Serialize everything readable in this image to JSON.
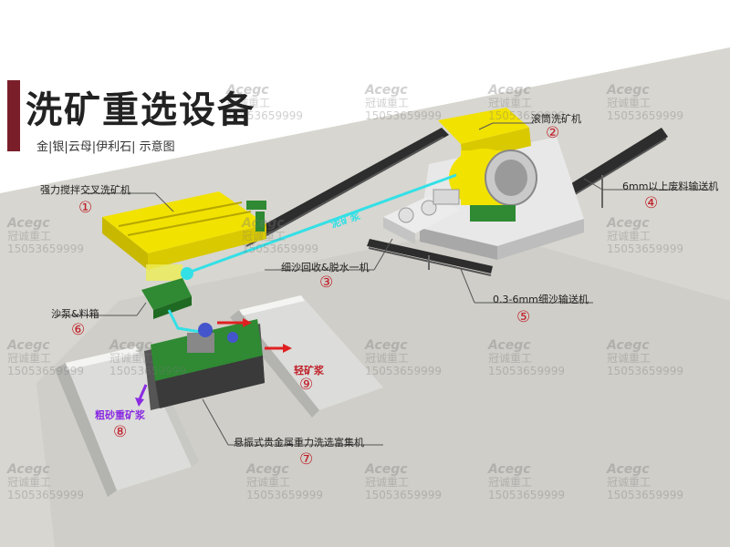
{
  "title": "洗矿重选设备",
  "subtitle": "金|银|云母|伊利石| 示意图",
  "colors": {
    "title_bar": "#7a1f2a",
    "machine_yellow": "#f2e200",
    "machine_green": "#2f8a33",
    "conveyor_belt": "#2d2d2d",
    "flow_cyan": "#33e0e6",
    "label_red": "#c0202a",
    "ground": "#d7d6d0",
    "tank_wall": "#b8b8b5"
  },
  "equipment": [
    {
      "id": "1",
      "number": "①",
      "label": "强力搅拌交叉洗矿机"
    },
    {
      "id": "2",
      "number": "②",
      "label": "滚筒洗矿机"
    },
    {
      "id": "3",
      "number": "③",
      "label": "细沙回收&脱水一机"
    },
    {
      "id": "4",
      "number": "④",
      "label": "6mm以上废料输送机"
    },
    {
      "id": "5",
      "number": "⑤",
      "label": "0.3-6mm细沙输送机"
    },
    {
      "id": "6",
      "number": "⑥",
      "label": "沙泵&料箱"
    },
    {
      "id": "7",
      "number": "⑦",
      "label": "悬振式贵金属重力洗选富集机"
    },
    {
      "id": "8",
      "number": "⑧",
      "label": "粗砂重矿浆"
    },
    {
      "id": "9",
      "number": "⑨",
      "label": "轻矿浆"
    }
  ],
  "flow_labels": {
    "slurry_pipe": "泥矿浆",
    "heavy": "粗砂重矿浆",
    "light": "轻矿浆"
  },
  "watermark": {
    "brand": "Acegc",
    "company": "冠诚重工",
    "phone": "15053659999"
  }
}
